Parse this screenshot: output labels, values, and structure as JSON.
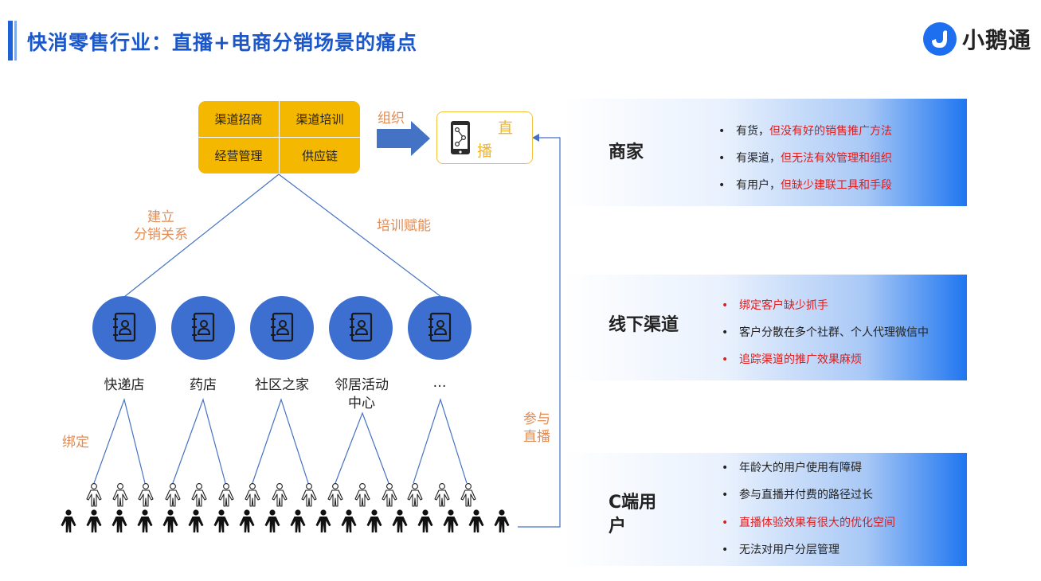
{
  "header": {
    "title": "快消零售行业：直播+电商分销场景的痛点"
  },
  "logo": {
    "text": "小鹅通",
    "brand_color": "#1e6ff0"
  },
  "grid": {
    "c1": "渠道招商",
    "c2": "渠道培训",
    "c3": "经营管理",
    "c4": "供应链"
  },
  "labels": {
    "organize": "组织",
    "build_line1": "建立",
    "build_line2": "分销关系",
    "training": "培训赋能",
    "bind": "绑定",
    "join_line1": "参与",
    "join_line2": "直播"
  },
  "live": {
    "char1": "直",
    "char2": "播",
    "icon": "phone-share-icon"
  },
  "stores": [
    {
      "label": "快递店"
    },
    {
      "label": "药店"
    },
    {
      "label": "社区之家"
    },
    {
      "label": "邻居活动",
      "label2": "中心"
    },
    {
      "label": "…"
    }
  ],
  "panels": {
    "merchant": {
      "title": "商家",
      "items": [
        {
          "black": "有货，",
          "red": "但没有好的销售推广方法"
        },
        {
          "black": "有渠道，",
          "red": "但无法有效管理和组织"
        },
        {
          "black": "有用户，",
          "red": "但缺少建联工具和手段"
        }
      ]
    },
    "offline": {
      "title": "线下渠道",
      "items": [
        {
          "red": "绑定客户缺少抓手",
          "dot_red": true
        },
        {
          "black": "客户分散在多个社群、个人代理微信中",
          "dot_red": false
        },
        {
          "red": "追踪渠道的推广效果麻烦",
          "dot_red": true
        }
      ]
    },
    "cuser": {
      "title_line1": "C端用",
      "title_line2": "户",
      "items": [
        {
          "black": "年龄大的用户使用有障碍",
          "dot_red": false
        },
        {
          "black": "参与直播并付费的路径过长",
          "dot_red": false
        },
        {
          "red": "直播体验效果有很大的优化空间",
          "dot_red": true
        },
        {
          "black": "无法对用户分层管理",
          "dot_red": false
        }
      ]
    }
  },
  "colors": {
    "title_blue": "#1b57c8",
    "grid_yellow": "#f5b800",
    "circle_blue": "#3d6fd0",
    "accent_orange": "#e48b52",
    "alert_red": "#e01b1b"
  }
}
